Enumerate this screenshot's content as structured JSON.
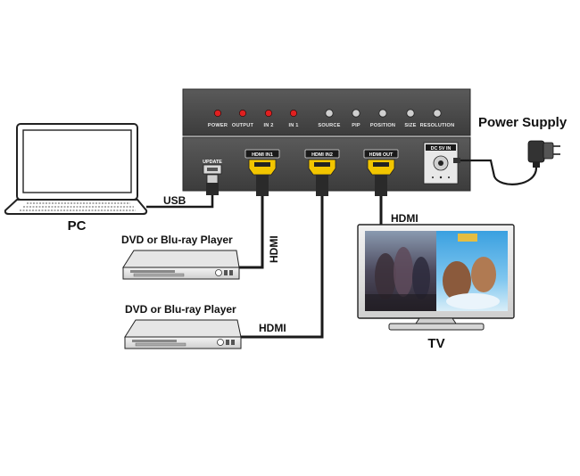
{
  "front_panel": {
    "indicators": [
      {
        "label": "POWER"
      },
      {
        "label": "OUTPUT"
      },
      {
        "label": "IN 2"
      },
      {
        "label": "IN 1"
      }
    ],
    "buttons": [
      {
        "label": "SOURCE"
      },
      {
        "label": "PIP"
      },
      {
        "label": "POSITION"
      },
      {
        "label": "SIZE"
      },
      {
        "label": "RESOLUTION"
      }
    ],
    "indicator_color": "#e02020",
    "panel_color": "#4a4a4a"
  },
  "rear_panel": {
    "update_label": "UPDATE",
    "hdmi_in1": "HDMI IN1",
    "hdmi_in2": "HDMI IN2",
    "hdmi_out": "HDMI OUT",
    "dc_in": "DC 5V IN"
  },
  "labels": {
    "power_supply": "Power Supply",
    "pc": "PC",
    "usb": "USB",
    "dvd1": "DVD or Blu-ray Player",
    "dvd2": "DVD or Blu-ray Player",
    "hdmi_vertical": "HDMI",
    "hdmi_tv": "HDMI",
    "hdmi_bottom": "HDMI",
    "tv": "TV"
  },
  "colors": {
    "connector_yellow": "#f2c500",
    "cable": "#1a1a1a"
  },
  "icons": [
    "laptop-icon",
    "power-adapter-icon",
    "dvd-player-icon",
    "tv-icon",
    "hdmi-connector-icon",
    "usb-connector-icon"
  ]
}
